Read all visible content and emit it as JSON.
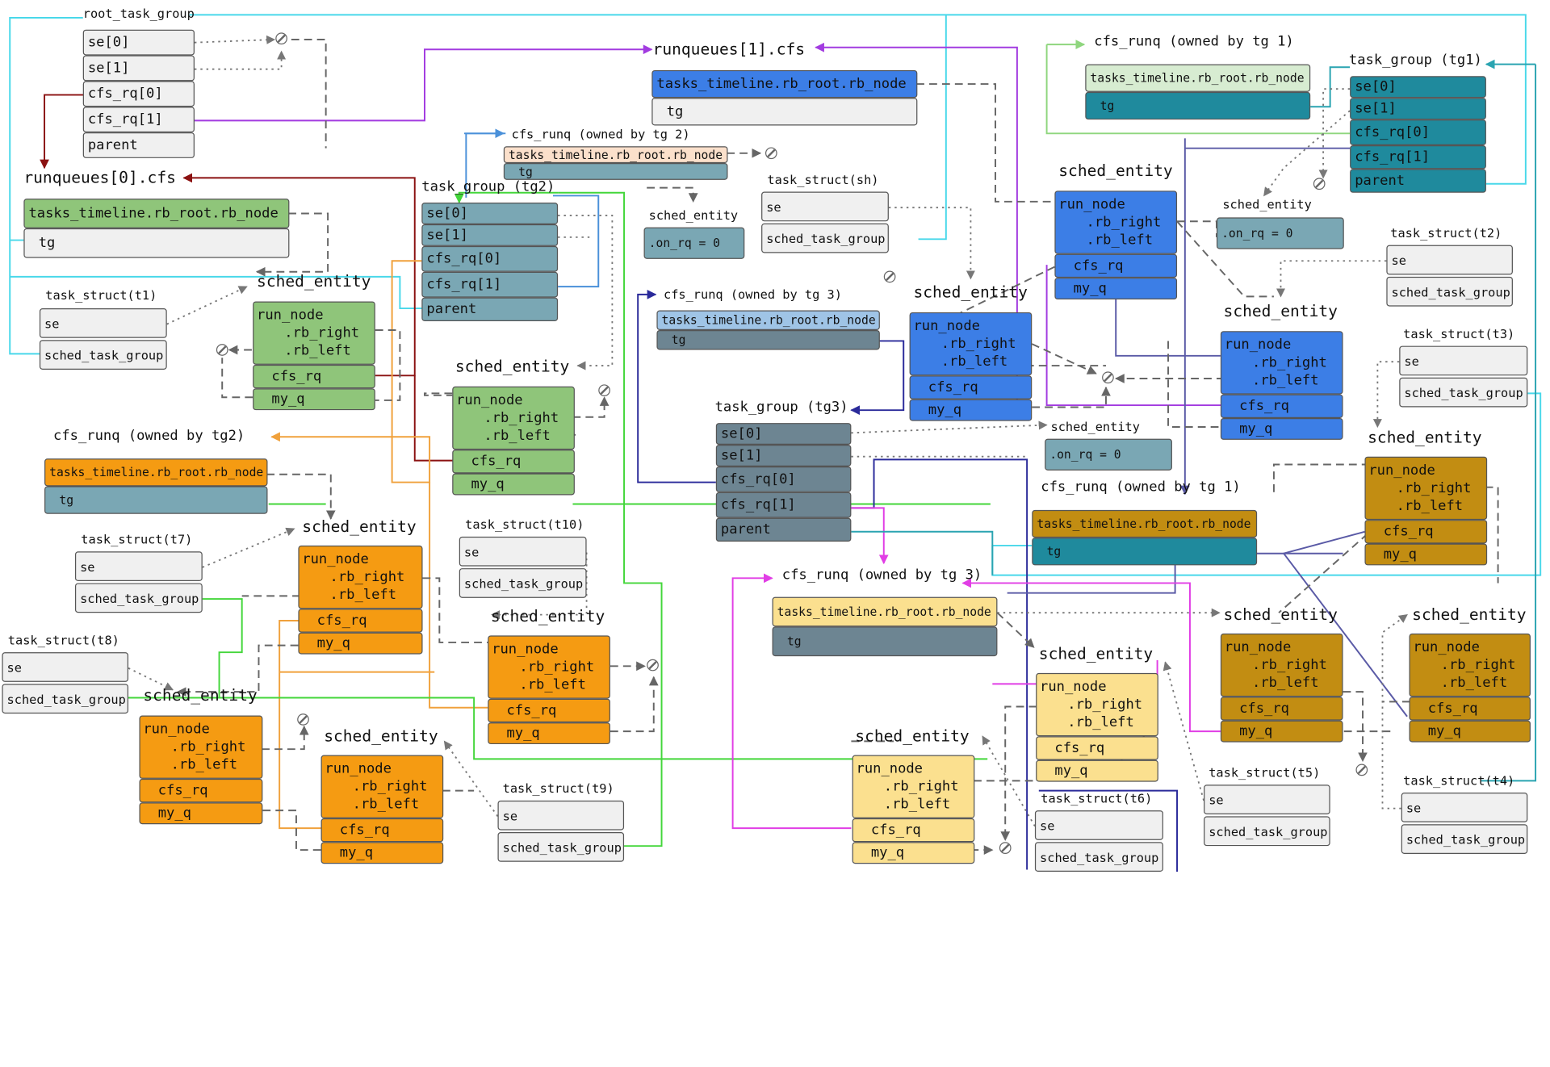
{
  "labels": {
    "root_task_group": "root_task_group",
    "runqueues_1_cfs": "runqueues[1].cfs",
    "runqueues_0_cfs": "runqueues[0].cfs",
    "cfs_runq_tg1_top": "cfs_runq  (owned by tg 1)",
    "task_group_tg1": "task_group (tg1)",
    "cfs_runq_tg2_top": "cfs_runq  (owned by tg 2)",
    "task_group_tg2": "task_group (tg2)",
    "cfs_runq_tg3_top": "cfs_runq  (owned by tg 3)",
    "task_group_tg3": "task_group (tg3)",
    "cfs_runq_tg2_left": "cfs_runq  (owned by tg2)",
    "cfs_runq_tg1_mid": "cfs_runq  (owned by tg 1)",
    "cfs_runq_tg3_mid": "cfs_runq  (owned by tg 3)",
    "sched_entity": "sched_entity",
    "task_struct_t1": "task_struct(t1)",
    "task_struct_t2": "task_struct(t2)",
    "task_struct_t3": "task_struct(t3)",
    "task_struct_t4": "task_struct(t4)",
    "task_struct_t5": "task_struct(t5)",
    "task_struct_t6": "task_struct(t6)",
    "task_struct_t7": "task_struct(t7)",
    "task_struct_t8": "task_struct(t8)",
    "task_struct_t9": "task_struct(t9)",
    "task_struct_t10": "task_struct(t10)",
    "task_struct_sh": "task_struct(sh)"
  },
  "fields": {
    "se0": "se[0]",
    "se1": "se[1]",
    "cfs_rq0": "cfs_rq[0]",
    "cfs_rq1": "cfs_rq[1]",
    "parent": "parent",
    "timeline": "tasks_timeline.rb_root.rb_node",
    "tg": "tg",
    "se": "se",
    "sched_task_group": "sched_task_group",
    "run_node": "run_node",
    "rb_right": ".rb_right",
    "rb_left": ".rb_left",
    "cfs_rq": "cfs_rq",
    "my_q": "my_q",
    "on_rq": ".on_rq = 0"
  },
  "colors": {
    "green_box": "#8fc57a",
    "orange_box": "#f59b12",
    "blue_box": "#3c7ee6",
    "gold_box": "#c28d12",
    "yellow_box": "#fbe08f",
    "teal_box": "#7aa7b4",
    "dark_teal": "#1f8a9d",
    "slate": "#6d8592",
    "grey_row": "#f0f0f0",
    "cyan_wire": "#49d8ea",
    "purple_wire": "#a23be0",
    "magenta_wire": "#e13ee5",
    "lime_wire": "#43d63a",
    "navy_wire": "#2a2a9a",
    "dark_red_wire": "#8b1111",
    "orange_wire": "#f0a13c"
  }
}
